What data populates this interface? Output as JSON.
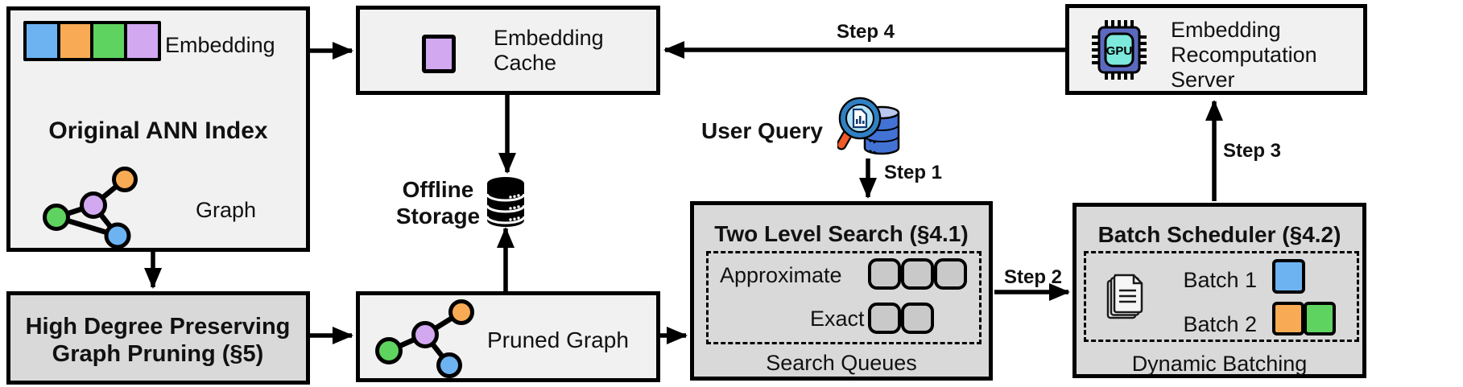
{
  "colors": {
    "blue": "#6db3f2",
    "orange": "#f8ab54",
    "green": "#5fd35f",
    "purple": "#d2a9f0",
    "box_light": "#f1f1f1",
    "box_dark": "#d9d9d9",
    "slot_gray": "#c9c9c9",
    "gpu_body": "#5b6abf",
    "gpu_inner": "#7de9dc",
    "query_db": "#4273d4",
    "query_lens": "#b5e3f7",
    "query_handle": "#f05a28"
  },
  "icons": {
    "database": "database-icon",
    "gpu": "gpu-chip-icon",
    "documents": "documents-icon",
    "query": "search-database-icon",
    "graph": "graph-icon"
  },
  "original_ann_index": {
    "title": "Original ANN Index",
    "embedding_label": "Embedding",
    "graph_label": "Graph",
    "embedding_colors": [
      "blue",
      "orange",
      "green",
      "purple"
    ]
  },
  "embedding_cache": {
    "title": "Embedding Cache"
  },
  "offline_storage": {
    "label": "Offline Storage"
  },
  "pruning": {
    "title": "High Degree Preserving Graph Pruning (§5)"
  },
  "pruned_graph": {
    "label": "Pruned Graph"
  },
  "user_query": {
    "label": "User Query"
  },
  "two_level_search": {
    "title": "Two Level Search (§4.1)",
    "approximate_label": "Approximate",
    "exact_label": "Exact",
    "approximate_slots": 3,
    "exact_slots": 2,
    "footer": "Search Queues"
  },
  "batch_scheduler": {
    "title": "Batch Scheduler (§4.2)",
    "batch1_label": "Batch 1",
    "batch2_label": "Batch 2",
    "batch1_colors": [
      "blue"
    ],
    "batch2_colors": [
      "orange",
      "green"
    ],
    "footer": "Dynamic Batching"
  },
  "recomputation_server": {
    "title": "Embedding Recomputation Server",
    "gpu_label": "GPU"
  },
  "steps": {
    "step1": "Step 1",
    "step2": "Step 2",
    "step3": "Step 3",
    "step4": "Step 4"
  }
}
